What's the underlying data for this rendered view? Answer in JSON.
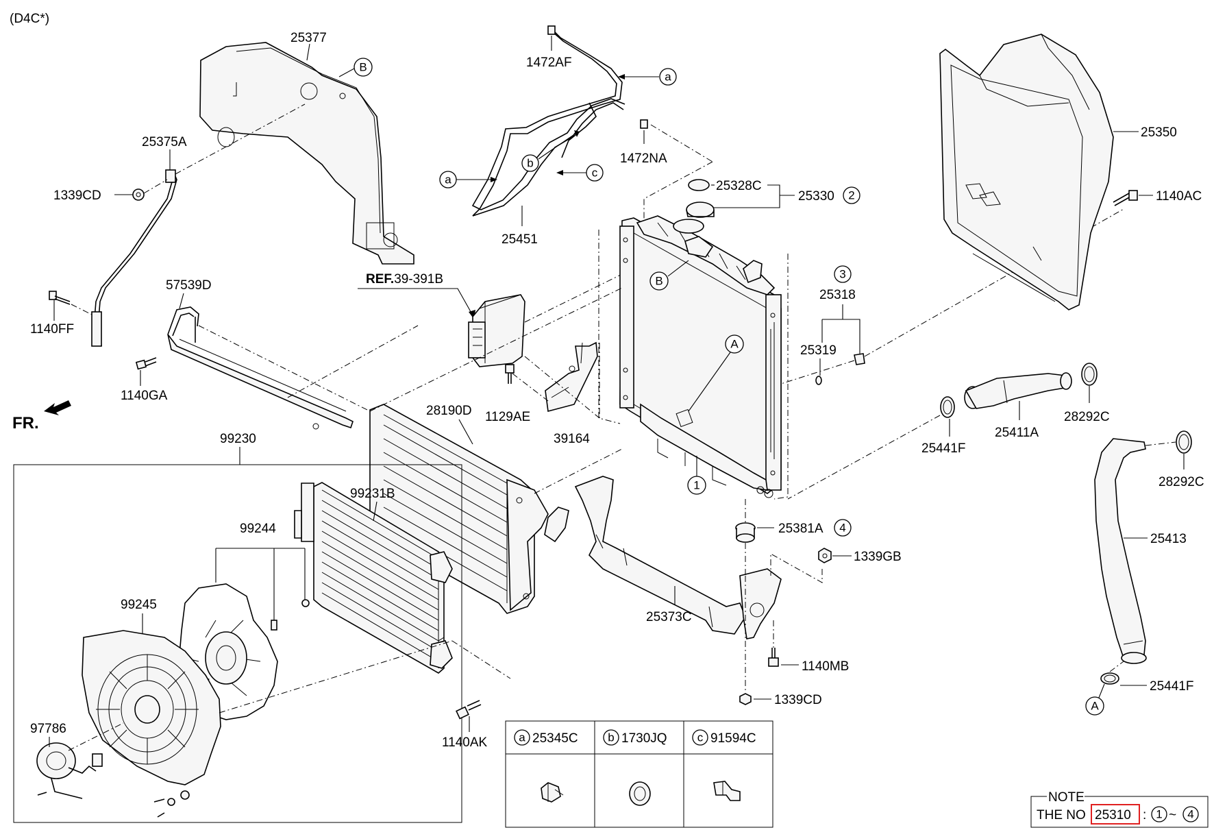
{
  "diagram_code": "(D4C*)",
  "front_label": "FR.",
  "parts": {
    "p25377": "25377",
    "p25375A": "25375A",
    "p1339CD_a": "1339CD",
    "p1140FF": "1140FF",
    "p57539D": "57539D",
    "p1140GA": "1140GA",
    "p1472AF": "1472AF",
    "p1472NA": "1472NA",
    "p25451": "25451",
    "p25328C": "25328C",
    "p25330": "25330",
    "ref_prefix": "REF.",
    "ref_value": "39-391B",
    "p1129AE": "1129AE",
    "p39164": "39164",
    "p28190D": "28190D",
    "p25350": "25350",
    "p1140AC": "1140AC",
    "p25318": "25318",
    "p25319": "25319",
    "p28292C_a": "28292C",
    "p25411A": "25411A",
    "p25441F_a": "25441F",
    "p28292C_b": "28292C",
    "p25413": "25413",
    "p25441F_b": "25441F",
    "p99230": "99230",
    "p99231B": "99231B",
    "p99244": "99244",
    "p99245": "99245",
    "p97786": "97786",
    "p1140AK": "1140AK",
    "p25381A": "25381A",
    "p1339GB": "1339GB",
    "p25373C": "25373C",
    "p1140MB": "1140MB",
    "p1339CD_b": "1339CD"
  },
  "callouts": {
    "a": "a",
    "b": "b",
    "c": "c",
    "A": "A",
    "B": "B",
    "n1": "1",
    "n2": "2",
    "n3": "3",
    "n4": "4"
  },
  "legend": {
    "items": [
      {
        "key": "a",
        "part": "25345C"
      },
      {
        "key": "b",
        "part": "1730JQ"
      },
      {
        "key": "c",
        "part": "91594C"
      }
    ]
  },
  "note": {
    "title": "NOTE",
    "prefix": "THE NO",
    "assembly": "25310",
    "separator": ":",
    "range_start": "1",
    "range_sep": "~",
    "range_end": "4",
    "highlight_color": "#e02020"
  }
}
